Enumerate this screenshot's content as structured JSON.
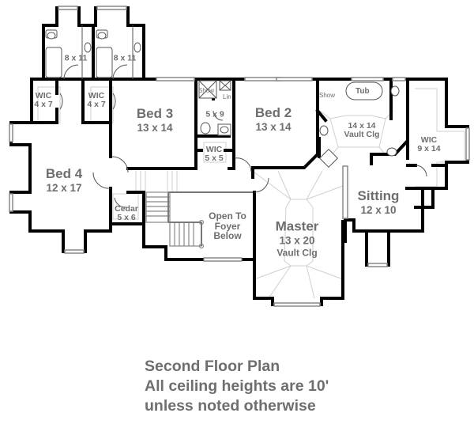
{
  "title": "Second Floor Plan",
  "notes": [
    "Second Floor Plan",
    "All ceiling heights are 10'",
    "unless noted otherwise"
  ],
  "rooms": {
    "bath_left": {
      "name": "",
      "size": "8 x 11"
    },
    "bath_right": {
      "name": "",
      "size": "8 x 11"
    },
    "wic_left": {
      "name": "WIC",
      "size": "4 x 7"
    },
    "wic_right": {
      "name": "WIC",
      "size": "4 x 7"
    },
    "bed3": {
      "name": "Bed 3",
      "size": "13 x 14"
    },
    "bath_mid": {
      "name": "",
      "size": "5 x 9",
      "fixtures": [
        "Show",
        "Lin"
      ]
    },
    "wic_mid": {
      "name": "WIC",
      "size": "5 x 5"
    },
    "bed2": {
      "name": "Bed 2",
      "size": "13 x 14"
    },
    "master_bath": {
      "name": "",
      "size": "14 x 14",
      "note": "Vault Clg",
      "fixtures": [
        "Show",
        "Tub"
      ]
    },
    "wic_master": {
      "name": "WIC",
      "size": "9 x 14"
    },
    "bed4": {
      "name": "Bed 4",
      "size": "12 x 17"
    },
    "cedar": {
      "name": "Cedar",
      "size": "5 x 6"
    },
    "open_foyer": {
      "name": "Open To",
      "line2": "Foyer",
      "line3": "Below"
    },
    "master": {
      "name": "Master",
      "size": "13 x 20",
      "note": "Vault Clg"
    },
    "sitting": {
      "name": "Sitting",
      "size": "12 x 10"
    }
  },
  "colors": {
    "wall": "#000000",
    "label": "#6e6e6e",
    "fixture": "#555555",
    "light_line": "#c8c8c8"
  }
}
